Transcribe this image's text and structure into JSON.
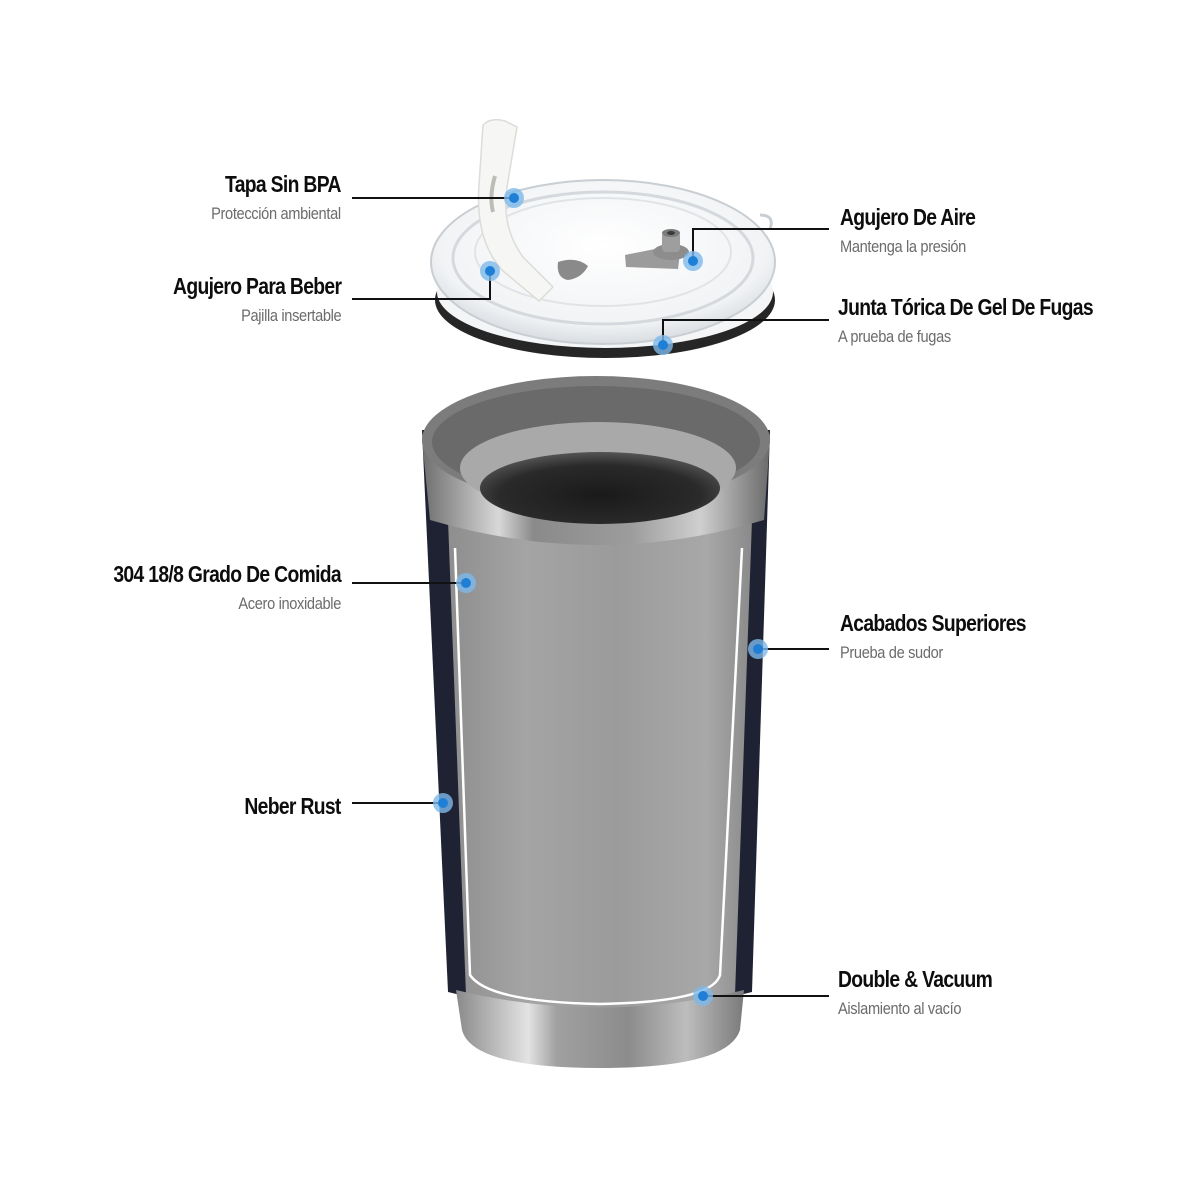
{
  "colors": {
    "marker": "#1f7fd6",
    "marker_halo": "#7db9ea",
    "leader_line": "#111111",
    "title_text": "#0d0d0d",
    "subtitle_text": "#6b6b6b",
    "steel": "#9a9a9a",
    "outer_shell": "#1e2233",
    "gasket": "#2b2b2b"
  },
  "callouts": [
    {
      "id": "tapa",
      "side": "left",
      "title": "Tapa Sin BPA",
      "subtitle": "Protección ambiental"
    },
    {
      "id": "agujero-beber",
      "side": "left",
      "title": "Agujero Para Beber",
      "subtitle": "Pajilla insertable"
    },
    {
      "id": "grado-comida",
      "side": "left",
      "title": "304 18/8 Grado De Comida",
      "subtitle": "Acero inoxidable"
    },
    {
      "id": "neber-rust",
      "side": "left",
      "title": "Neber Rust",
      "subtitle": ""
    },
    {
      "id": "agujero-aire",
      "side": "right",
      "title": "Agujero De Aire",
      "subtitle": "Mantenga la presión"
    },
    {
      "id": "junta-torica",
      "side": "right",
      "title": "Junta Tórica De Gel De Fugas",
      "subtitle": "A prueba de fugas"
    },
    {
      "id": "acabados",
      "side": "right",
      "title": "Acabados  Superiores",
      "subtitle": "Prueba de sudor"
    },
    {
      "id": "double-vacuum",
      "side": "right",
      "title": "Double & Vacuum",
      "subtitle": "Aislamiento al vacío"
    }
  ]
}
